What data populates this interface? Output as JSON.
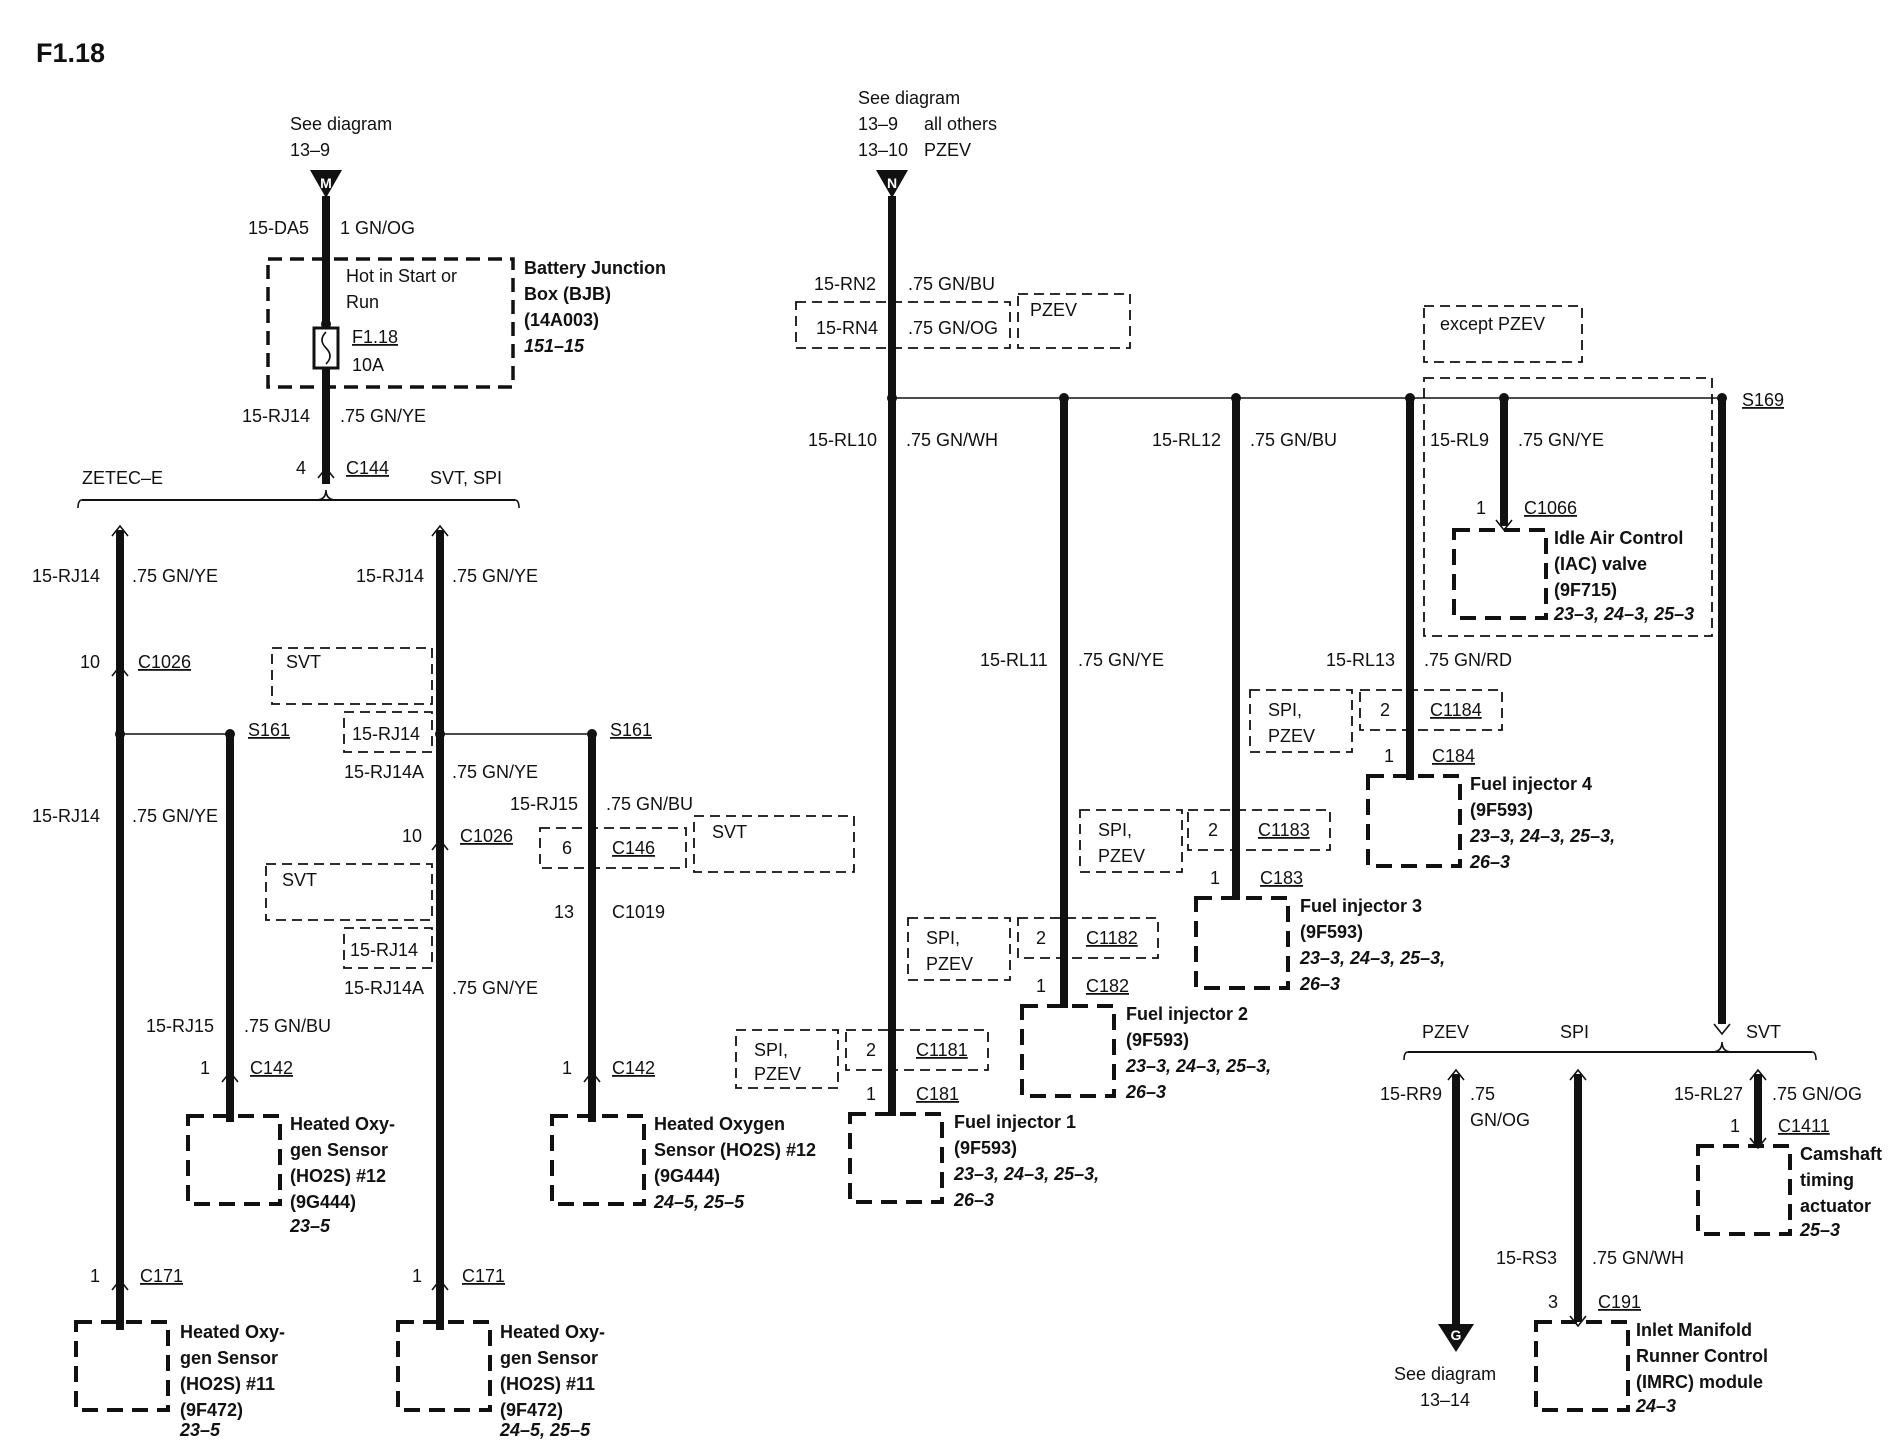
{
  "page_title": "F1.18",
  "sources": {
    "m": {
      "see": "See diagram",
      "ref": "13–9",
      "letter": "M"
    },
    "n": {
      "see": "See diagram",
      "ref1": "13–9",
      "ref1_note": "all others",
      "ref2": "13–10",
      "ref2_note": "PZEV",
      "letter": "N"
    },
    "g": {
      "see": "See diagram",
      "ref": "13–14",
      "letter": "G"
    }
  },
  "bjb": {
    "name1": "Battery Junction",
    "name2": "Box (BJB)",
    "part": "(14A003)",
    "ref": "151–15",
    "hot1": "Hot in Start or",
    "hot2": "Run",
    "fuse": "F1.18",
    "amps": "10A"
  },
  "wires": {
    "da5": "15-DA5",
    "da5_color": "1 GN/OG",
    "rj14": "15-RJ14",
    "gnye": ".75 GN/YE",
    "rj14a": "15-RJ14A",
    "rj15": "15-RJ15",
    "gnbu": ".75 GN/BU",
    "rn2": "15-RN2",
    "rn4": "15-RN4",
    "gnog": ".75 GN/OG",
    "rl10": "15-RL10",
    "gnwh": ".75 GN/WH",
    "rl11": "15-RL11",
    "rl12": "15-RL12",
    "rl13": "15-RL13",
    "gnrd": ".75 GN/RD",
    "rl9": "15-RL9",
    "rr9": "15-RR9",
    "rr9_c1": ".75",
    "rr9_c2": "GN/OG",
    "rl27": "15-RL27",
    "rs3": "15-RS3"
  },
  "variants": {
    "zetec": "ZETEC–E",
    "svt_spi": "SVT, SPI",
    "svt": "SVT",
    "pzev": "PZEV",
    "spi": "SPI",
    "spi_pzev1": "SPI,",
    "spi_pzev2": "PZEV",
    "except_pzev": "except PZEV"
  },
  "connectors": {
    "c144": "C144",
    "c144_pin": "4",
    "c1026": "C1026",
    "c1026_pin": "10",
    "s161": "S161",
    "c146": "C146",
    "c146_pin": "6",
    "c1019": "C1019",
    "c1019_pin": "13",
    "c142": "C142",
    "c171": "C171",
    "pin1": "1",
    "pin2": "2",
    "pin3": "3",
    "c1181": "C1181",
    "c181": "C181",
    "c1182": "C1182",
    "c182": "C182",
    "c1183": "C1183",
    "c183": "C183",
    "c1184": "C1184",
    "c184": "C184",
    "c1066": "C1066",
    "s169": "S169",
    "c1411": "C1411",
    "c191": "C191"
  },
  "components": {
    "ho2s12_a": {
      "l1": "Heated Oxy-",
      "l2": "gen Sensor",
      "l3": "(HO2S) #12",
      "l4": "(9G444)",
      "ref": "23–5"
    },
    "ho2s12_b": {
      "l1": "Heated Oxygen",
      "l2": "Sensor (HO2S) #12",
      "l3": "(9G444)",
      "ref": "24–5, 25–5"
    },
    "ho2s11_a": {
      "l1": "Heated Oxy-",
      "l2": "gen Sensor",
      "l3": "(HO2S) #11",
      "l4": "(9F472)",
      "ref": "23–5"
    },
    "ho2s11_b": {
      "l1": "Heated Oxy-",
      "l2": "gen Sensor",
      "l3": "(HO2S) #11",
      "l4": "(9F472)",
      "ref": "24–5, 25–5"
    },
    "inj1": {
      "l1": "Fuel injector 1",
      "l2": "(9F593)",
      "r1": "23–3, 24–3, 25–3,",
      "r2": "26–3"
    },
    "inj2": {
      "l1": "Fuel injector 2",
      "l2": "(9F593)",
      "r1": "23–3, 24–3, 25–3,",
      "r2": "26–3"
    },
    "inj3": {
      "l1": "Fuel injector 3",
      "l2": "(9F593)",
      "r1": "23–3, 24–3, 25–3,",
      "r2": "26–3"
    },
    "inj4": {
      "l1": "Fuel injector 4",
      "l2": "(9F593)",
      "r1": "23–3, 24–3, 25–3,",
      "r2": "26–3"
    },
    "iac": {
      "l1": "Idle Air Control",
      "l2": "(IAC) valve",
      "l3": "(9F715)",
      "ref": "23–3, 24–3, 25–3"
    },
    "cam": {
      "l1": "Camshaft",
      "l2": "timing",
      "l3": "actuator",
      "ref": "25–3"
    },
    "imrc": {
      "l1": "Inlet Manifold",
      "l2": "Runner Control",
      "l3": "(IMRC) module",
      "ref": "24–3"
    }
  }
}
